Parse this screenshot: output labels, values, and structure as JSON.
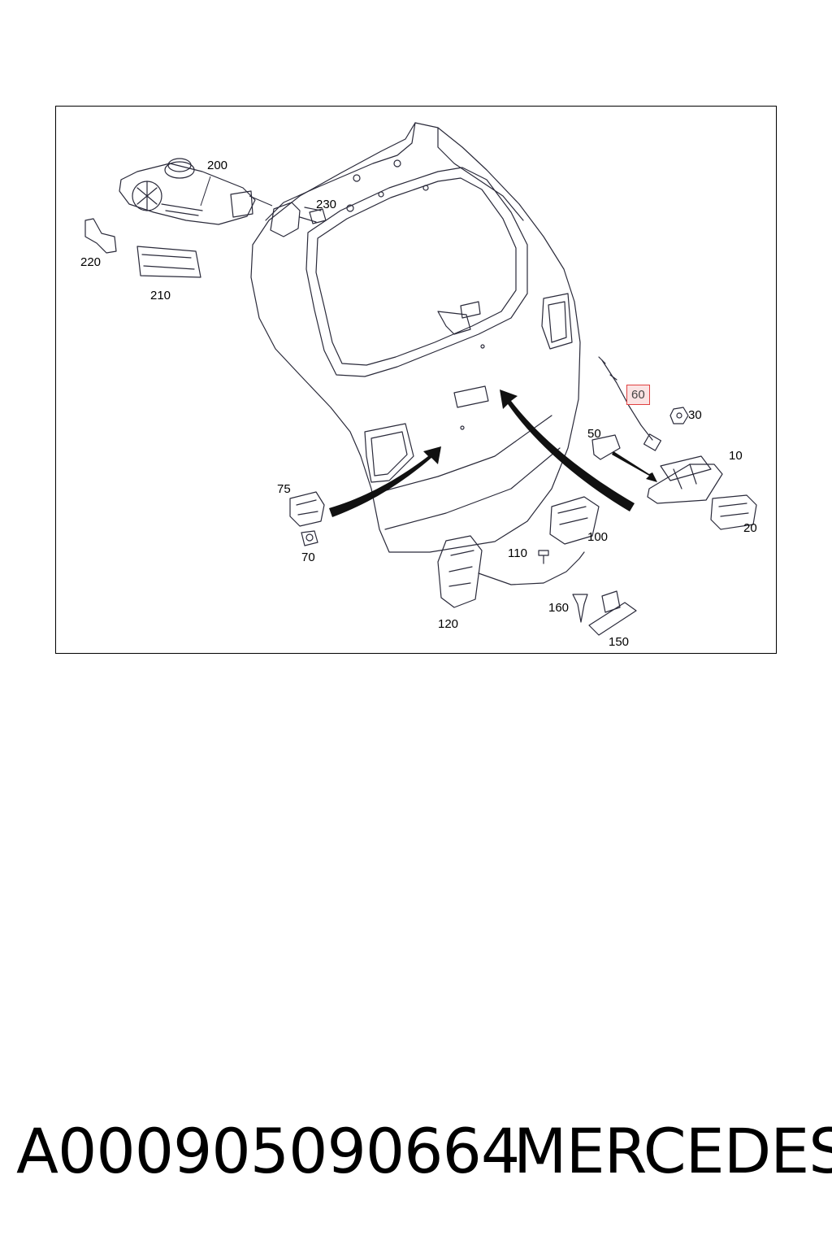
{
  "callouts": {
    "c200": "200",
    "c230": "230",
    "c220": "220",
    "c210": "210",
    "c60": "60",
    "c30": "30",
    "c50": "50",
    "c10": "10",
    "c75": "75",
    "c70": "70",
    "c100": "100",
    "c20": "20",
    "c110": "110",
    "c160": "160",
    "c120": "120",
    "c150": "150"
  },
  "highlighted_callout": "60",
  "colors": {
    "line": "#2a2a3a",
    "highlight_border": "#e04040",
    "highlight_fill": "#fbe3e3"
  },
  "footer": {
    "part_number": "A000905090664",
    "brand": "MERCEDES"
  }
}
